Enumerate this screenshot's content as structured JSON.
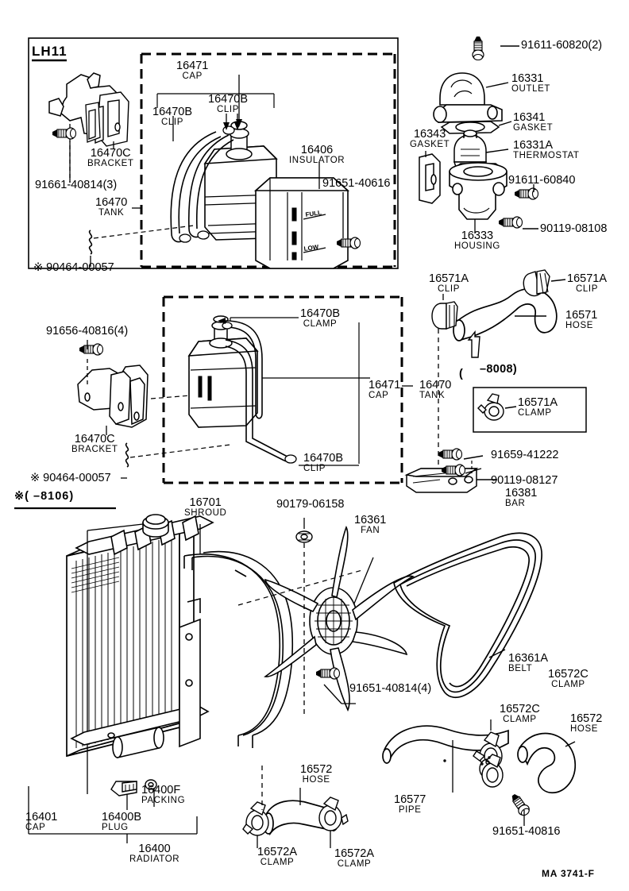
{
  "sheet": {
    "model_code": "LH11",
    "diagram_id": "MA 3741-F",
    "footnote_marker": "※",
    "date_note": "※(        –8106)"
  },
  "groups": {
    "upper_box": {
      "title": "LH11",
      "labels": [
        {
          "id": "u1",
          "num": "16470C",
          "sub": "BRACKET"
        },
        {
          "id": "u2",
          "num": "91661-40814(3)",
          "sub": ""
        },
        {
          "id": "u3",
          "num": "16470",
          "sub": "TANK"
        },
        {
          "id": "u4",
          "num": "※  90464-00057",
          "sub": ""
        },
        {
          "id": "u5",
          "num": "16471",
          "sub": "CAP"
        },
        {
          "id": "u6",
          "num": "16470B",
          "sub": "CLIP"
        },
        {
          "id": "u7",
          "num": "16470B",
          "sub": "CLIP"
        },
        {
          "id": "u8",
          "num": "16406",
          "sub": "INSULATOR"
        },
        {
          "id": "u9",
          "num": "91651-40616",
          "sub": ""
        }
      ]
    },
    "thermostat": {
      "labels": [
        {
          "id": "t1",
          "num": "91611-60820(2)",
          "sub": ""
        },
        {
          "id": "t2",
          "num": "16331",
          "sub": "OUTLET"
        },
        {
          "id": "t3",
          "num": "16341",
          "sub": "GASKET"
        },
        {
          "id": "t4",
          "num": "16343",
          "sub": "GASKET"
        },
        {
          "id": "t5",
          "num": "16331A",
          "sub": "THERMOSTAT"
        },
        {
          "id": "t6",
          "num": "91611-60840",
          "sub": ""
        },
        {
          "id": "t7",
          "num": "16333",
          "sub": "HOUSING"
        },
        {
          "id": "t8",
          "num": "90119-08108",
          "sub": ""
        }
      ]
    },
    "middle_box": {
      "labels": [
        {
          "id": "m1",
          "num": "91656-40816(4)",
          "sub": ""
        },
        {
          "id": "m2",
          "num": "16470C",
          "sub": "BRACKET"
        },
        {
          "id": "m3",
          "num": "※  90464-00057",
          "sub": ""
        },
        {
          "id": "m4",
          "num": "16470B",
          "sub": "CLAMP"
        },
        {
          "id": "m5",
          "num": "16471",
          "sub": "CAP"
        },
        {
          "id": "m6",
          "num": "16470",
          "sub": "TANK"
        },
        {
          "id": "m7",
          "num": "16470B",
          "sub": "CLIP"
        }
      ]
    },
    "upper_hose": {
      "labels": [
        {
          "id": "h1",
          "num": "16571A",
          "sub": "CLIP"
        },
        {
          "id": "h2",
          "num": "16571A",
          "sub": "CLIP"
        },
        {
          "id": "h3",
          "num": "16571",
          "sub": "HOSE"
        },
        {
          "id": "h4",
          "num": "16571A",
          "sub": "CLAMP"
        }
      ],
      "date_box_label": "–8008)",
      "paren": "("
    },
    "bar": {
      "labels": [
        {
          "id": "b1",
          "num": "91659-41222",
          "sub": ""
        },
        {
          "id": "b2",
          "num": "90119-08127",
          "sub": ""
        },
        {
          "id": "b3",
          "num": "16381",
          "sub": "BAR"
        }
      ]
    },
    "radiator": {
      "labels": [
        {
          "id": "r1",
          "num": "16701",
          "sub": "SHROUD"
        },
        {
          "id": "r2",
          "num": "90179-06158",
          "sub": ""
        },
        {
          "id": "r3",
          "num": "16361",
          "sub": "FAN"
        },
        {
          "id": "r4",
          "num": "16361A",
          "sub": "BELT"
        },
        {
          "id": "r5",
          "num": "91651-40814(4)",
          "sub": ""
        },
        {
          "id": "r6",
          "num": "16401",
          "sub": "CAP"
        },
        {
          "id": "r7",
          "num": "16400B",
          "sub": "PLUG"
        },
        {
          "id": "r8",
          "num": "16400F",
          "sub": "PACKING"
        },
        {
          "id": "r9",
          "num": "16400",
          "sub": "RADIATOR"
        }
      ]
    },
    "lower_hose": {
      "labels": [
        {
          "id": "l1",
          "num": "16572C",
          "sub": "CLAMP"
        },
        {
          "id": "l2",
          "num": "16572C",
          "sub": "CLAMP"
        },
        {
          "id": "l3",
          "num": "16572",
          "sub": "HOSE"
        },
        {
          "id": "l4",
          "num": "16572",
          "sub": "HOSE"
        },
        {
          "id": "l5",
          "num": "16572A",
          "sub": "CLAMP"
        },
        {
          "id": "l6",
          "num": "16572A",
          "sub": "CLAMP"
        },
        {
          "id": "l7",
          "num": "16577",
          "sub": "PIPE"
        },
        {
          "id": "l8",
          "num": "91651-40816",
          "sub": ""
        }
      ]
    }
  },
  "colors": {
    "ink": "#000000",
    "paper": "#ffffff"
  }
}
